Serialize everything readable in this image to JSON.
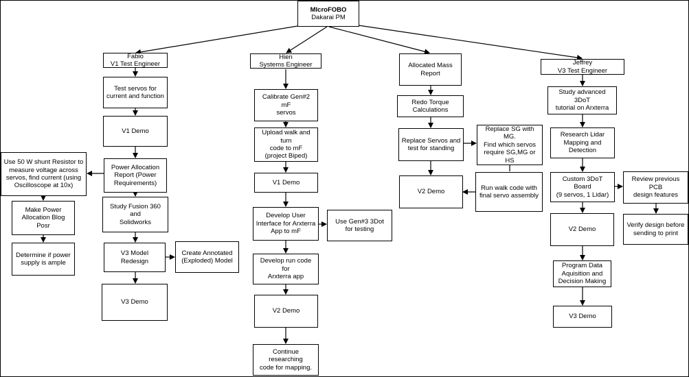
{
  "diagram": {
    "root": {
      "title": "MIcroFOBO",
      "subtitle": "Dakarai PM"
    },
    "leads": {
      "fabio": "Fabio\nV1 Test Engineer",
      "hien": "Hien\nSystems Engineer",
      "mass": "Allocated Mass\nReport",
      "jeffrey": "Jeffrey\nV3 Test Engineer"
    },
    "fabio_tasks": {
      "test_servos": "Test servos for\ncurrent and function",
      "v1_demo": "V1 Demo",
      "power_alloc": "Power Allocation\nReport (Power\nRequirements)",
      "shunt": "Use 50 W shunt Resistor to\nmeasure voltage across\nservos, find current (using\nOscilloscope at 10x)",
      "blog": "Make Power\nAllocation Blog Posr",
      "ample": "Determine if power\nsupply is ample",
      "fusion": "Study Fusion 360 and\nSolidworks",
      "redesign": "V3 Model Redesign",
      "annotated": "Create Annotated\n(Exploded) Model",
      "v3_demo": "V3 Demo"
    },
    "hien_tasks": {
      "calibrate": "Calibrate Gen#2 mF\nservos",
      "upload": "Upload walk and turn\ncode to mF\n(project Biped)",
      "v1_demo": "V1 Demo",
      "ui": "Develop User\nInterface for Arxterra\nApp to mF",
      "gen3": "Use Gen#3 3Dot\nfor testing",
      "run_code": "Develop run code for\nArxterra app",
      "v2_demo": "V2 Demo",
      "research": "Continue researching\ncode for mapping."
    },
    "mass_tasks": {
      "torque": "Redo Torque\nCalculations",
      "replace": "Replace Servos and\ntest for standing",
      "replace_sg": "Replace SG with MG.\nFind which servos\nrequire SG,MG or HS",
      "walk": "Run walk code with\nfinal servo assembly",
      "v2_demo": "V2 Demo"
    },
    "jeffrey_tasks": {
      "study": "Study advanced 3DoT\ntutorial on Arxterra",
      "lidar": "Research Lidar\nMapping and\nDetection",
      "board": "Custom 3DoT Board\n(9 servos, 1 Lidar)",
      "review_pcb": "Review previous PCB\ndesign features",
      "verify": "Verify design before\nsending to print",
      "v2_demo": "V2 Demo",
      "program": "Program Data\nAquisition and\nDecision Making",
      "v3_demo": "V3 Demo"
    }
  }
}
